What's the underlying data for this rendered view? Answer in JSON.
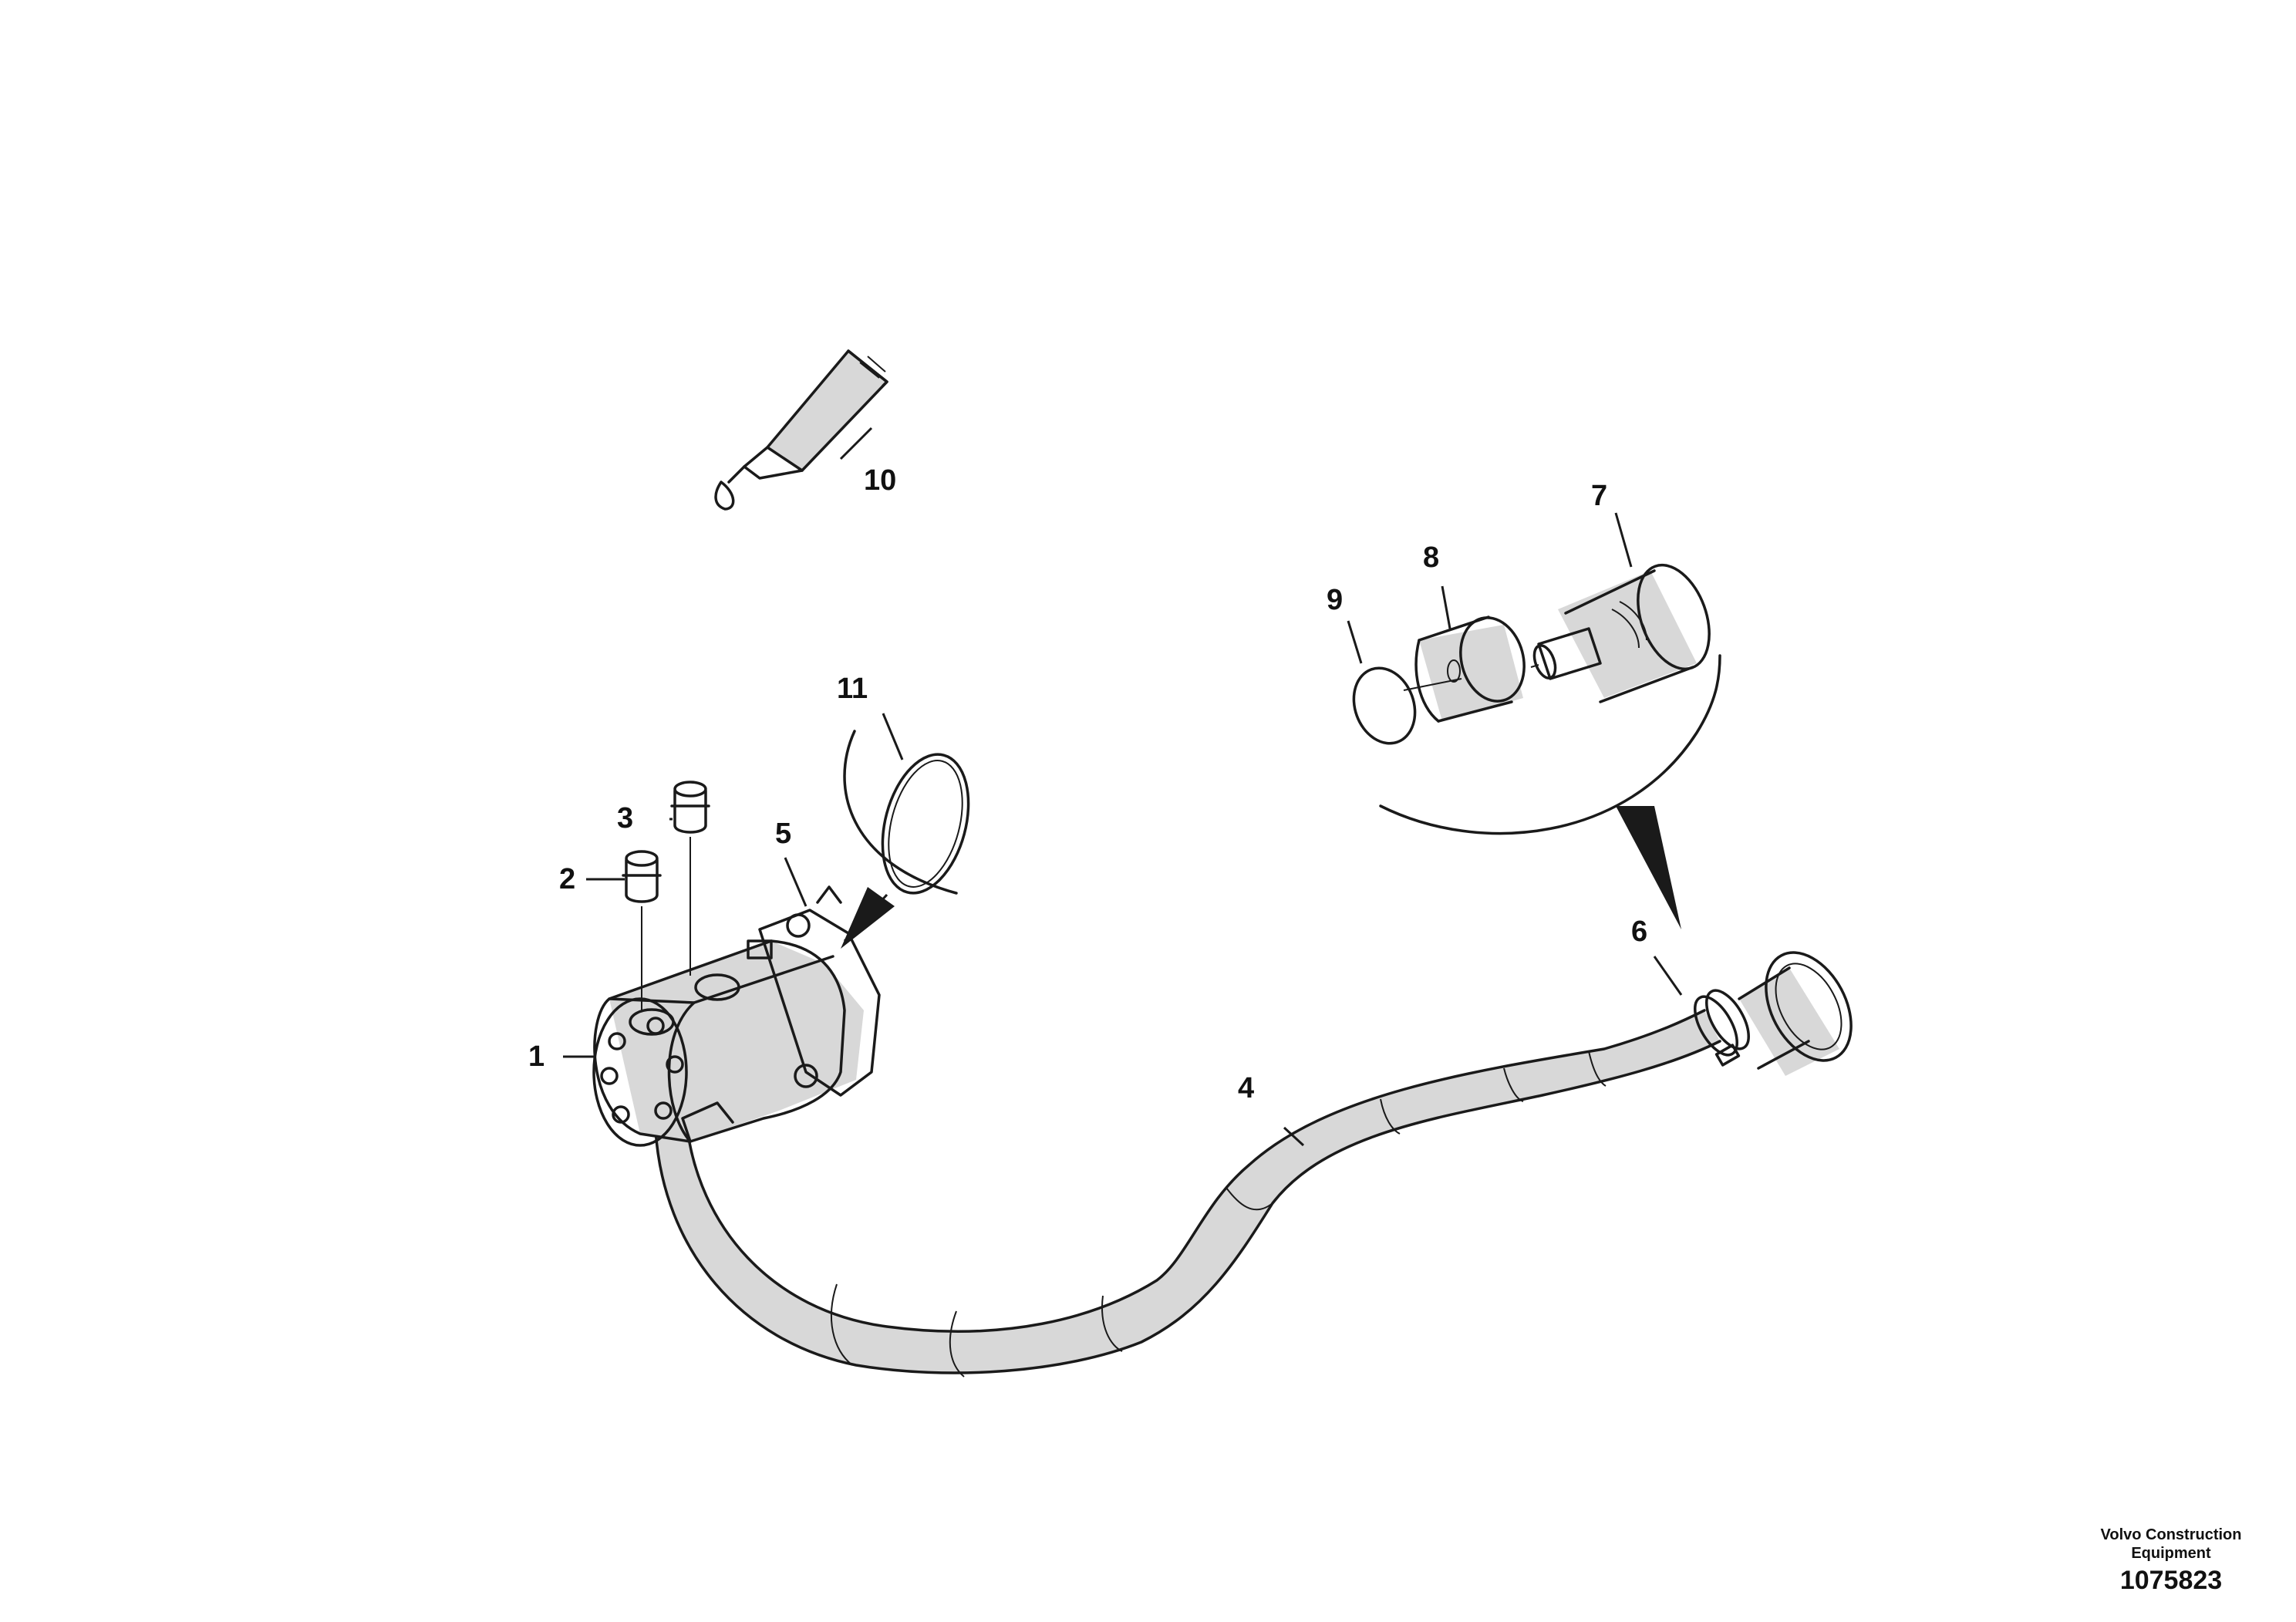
{
  "callouts": {
    "c1": "1",
    "c2": "2",
    "c3": "3",
    "c4": "4",
    "c5": "5",
    "c6": "6",
    "c7": "7",
    "c8": "8",
    "c9": "9",
    "c10": "10",
    "c11": "11"
  },
  "footer": {
    "company_line1": "Volvo Construction",
    "company_line2": "Equipment",
    "drawing_number": "1075823"
  }
}
